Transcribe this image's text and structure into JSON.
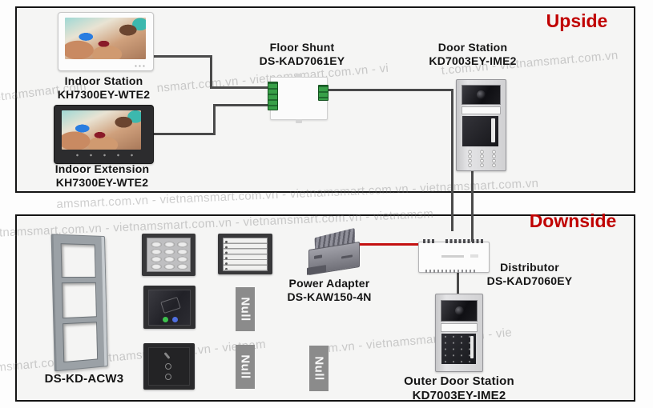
{
  "colors": {
    "accent_red": "#c00000",
    "wire_dark": "#4a4a4a",
    "wire_power_red": "#c41111",
    "terminal_green": "#38a048",
    "section_background": "#f5f5f4"
  },
  "watermarks": [
    "t.com.vn - vietnamsmart.com.vn",
    "ietnamsmart.com",
    "nsmart.com.vn - vietnamsmart.com.vn - vi",
    "amsmart.com.vn - vietnamsmart.com.vn - vietnamsmart.com.vn - vietnamsmart.com.vn",
    "etnamsmart.com.vn - vietnamsmart.com.vn - vietnamsmart.com.vn - vietnamsm",
    "om.vn - vietnamsmart.com.vn - vie",
    "amsmart.com.vn - vietnamsmart.com.vn - vietnam"
  ],
  "upside": {
    "title": "Upside",
    "indoor_station": {
      "name": "Indoor Station",
      "model": "KH7300EY-WTE2"
    },
    "indoor_extension": {
      "name": "Indoor Extension",
      "model": "KH7300EY-WTE2"
    },
    "floor_shunt": {
      "name": "Floor Shunt",
      "model": "DS-KAD7061EY"
    },
    "door_station": {
      "name": "Door Station",
      "model": "KD7003EY-IME2"
    }
  },
  "downside": {
    "title": "Downside",
    "mounting_frame": {
      "model": "DS-KD-ACW3"
    },
    "power_adapter": {
      "name": "Power Adapter",
      "model": "DS-KAW150-4N"
    },
    "distributor": {
      "name": "Distributor",
      "model": "DS-KAD7060EY"
    },
    "outer_door_station": {
      "name": "Outer Door Station",
      "model": "KD7003EY-IME2"
    },
    "null_modules": [
      "Null",
      "Null",
      "Null"
    ]
  }
}
